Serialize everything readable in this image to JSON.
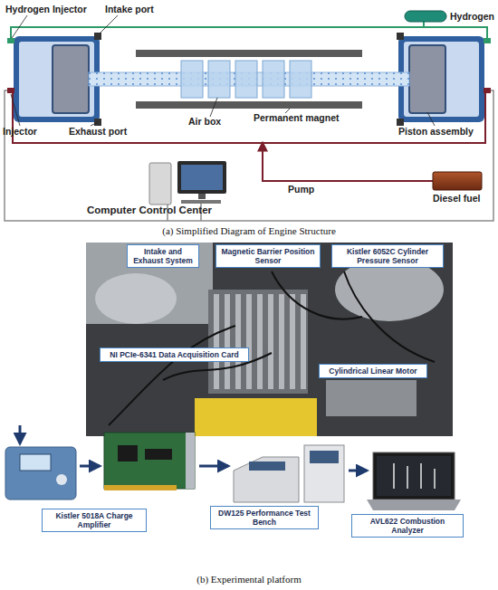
{
  "diagram": {
    "nodes": [
      {
        "text": [
          "Intake and Exhaust System"
        ]
      },
      {
        "text": [
          "Magnetic Barrier Position Sensor"
        ]
      },
      {
        "text": [
          "Kistler 6052C Cylinder Pressure Sensor"
        ]
      },
      {
        "text": [
          "NI PCIe-6341 Data Acquisition Card"
        ]
      },
      {
        "text": [
          "Cylindrical Linear Motor"
        ]
      },
      {
        "text": [
          "Kistler 5018A Charge Amplifier"
        ]
      },
      {
        "text": [
          "DW125 Performance Test Bench"
        ]
      },
      {
        "text": [
          "AVL622 Combustion Analyzer"
        ]
      }
    ],
    "labels": [
      "Hydrogen Injector",
      "Intake port",
      "Hydrogen",
      "Injector",
      "Exhaust port",
      "Air box",
      "Permanent magnet",
      "Piston assembly",
      "Pump",
      "Diesel fuel",
      "Computer Control Center",
      "(a) Simplified Diagram of Engine Structure",
      "(b) Experimental platform"
    ]
  }
}
